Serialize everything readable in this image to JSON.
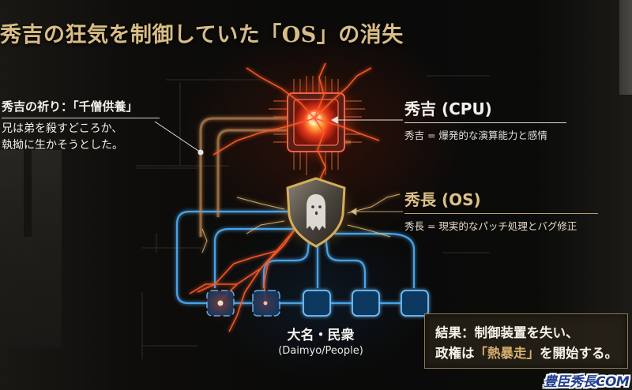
{
  "title": "秀吉の狂気を制御していた「OS」の消失",
  "callouts": {
    "prayer": {
      "heading": "秀吉の祈り：「千僧供養」",
      "lines": [
        "兄は弟を殺すどころか、",
        "執拗に生かそうとした。"
      ]
    },
    "cpu": {
      "heading": "秀吉 (CPU)",
      "sub": "秀吉 = 爆発的な演算能力と感情"
    },
    "os": {
      "heading": "秀長 (OS)",
      "sub": "秀長 = 現実的なパッチ処理とバグ修正"
    }
  },
  "diagram": {
    "cpu_icon": "cpu-chip",
    "os_icon": "ghost-shield",
    "nodes": [
      {
        "state": "shattered"
      },
      {
        "state": "shattered"
      },
      {
        "state": "intact"
      },
      {
        "state": "intact"
      },
      {
        "state": "intact"
      }
    ],
    "people_label": "大名・民衆",
    "people_label_en": "(Daimyo/People)"
  },
  "result": {
    "line1": "結果：制御装置を失い、",
    "line2_pre": "政権は",
    "line2_highlight": "「熱暴走」",
    "line2_post": "を開始する。"
  },
  "watermark": "豊臣秀長COM",
  "colors": {
    "title_gold": "#d9bd86",
    "cpu_red": "#e8391c",
    "os_gold": "#c9a25a",
    "circuit_blue": "#4fb3ff",
    "highlight": "#d7ad6c"
  }
}
